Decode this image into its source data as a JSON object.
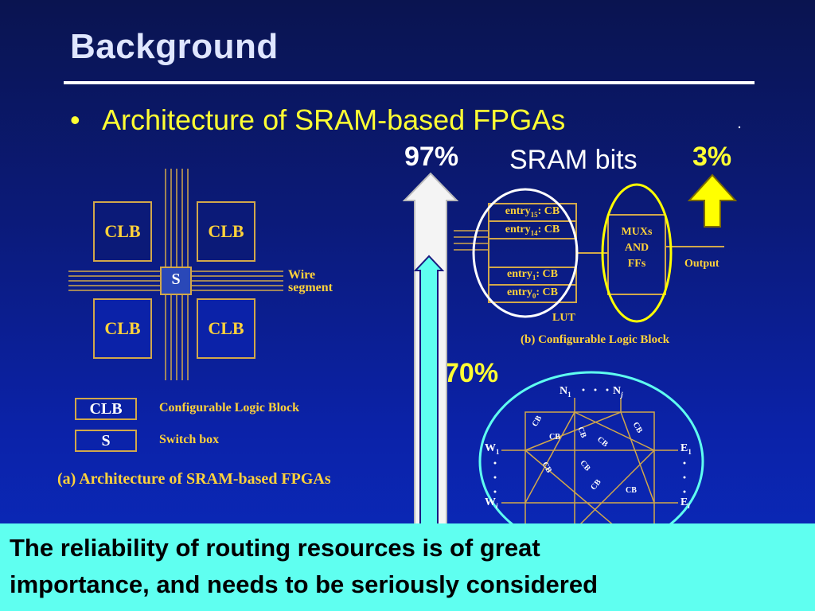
{
  "slide": {
    "title": "Background",
    "bullet": "Architecture of SRAM-based FPGAs"
  },
  "sram": {
    "pct_top": "97%",
    "label": "SRAM bits",
    "pct_logic": "3%",
    "pct_routing": "70%"
  },
  "diagram_a": {
    "clb_label": "CLB",
    "switch_label": "S",
    "wire_segment": [
      "Wire",
      "segment"
    ],
    "legend": [
      {
        "key": "CLB",
        "text": "Configurable Logic Block"
      },
      {
        "key": "S",
        "text": "Switch box"
      }
    ],
    "caption": "(a) Architecture of SRAM-based FPGAs"
  },
  "diagram_b": {
    "entries": [
      {
        "name": "entry",
        "sub": "15",
        "suffix": ": CB"
      },
      {
        "name": "entry",
        "sub": "14",
        "suffix": ": CB"
      },
      {
        "name": "entry",
        "sub": "1",
        "suffix": ": CB"
      },
      {
        "name": "entry",
        "sub": "0",
        "suffix": ": CB"
      }
    ],
    "mux_lines": [
      "MUXs",
      "AND",
      "FFs"
    ],
    "output": "Output",
    "lut": "LUT",
    "caption": "(b) Configurable Logic Block"
  },
  "diagram_c": {
    "north": [
      "N",
      "1",
      "N",
      "j"
    ],
    "west": [
      "W",
      "1",
      "W",
      "i"
    ],
    "east": [
      "E",
      "1",
      "E",
      "i"
    ],
    "cb": "CB"
  },
  "banner": [
    "The reliability of routing resources is of great",
    "importance, and needs to be seriously considered"
  ],
  "colors": {
    "title": "#dfe6ff",
    "bullet": "#ffff33",
    "gold": "#d2a84a",
    "banner_bg": "#5ffff0",
    "arrow_cyan": "#5ffff0",
    "arrow_yellow": "#ffff00"
  }
}
